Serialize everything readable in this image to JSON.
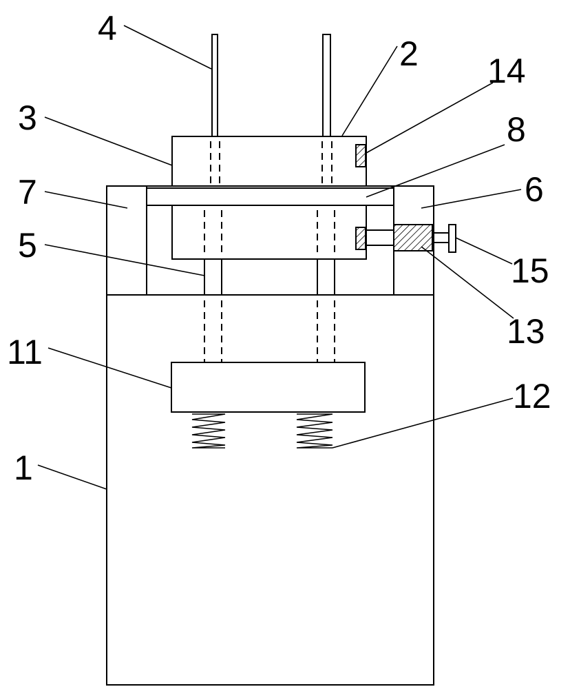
{
  "labels": {
    "l1": "1",
    "l2": "2",
    "l3": "3",
    "l4": "4",
    "l5": "5",
    "l6": "6",
    "l7": "7",
    "l8": "8",
    "l11": "11",
    "l12": "12",
    "l13": "13",
    "l14": "14",
    "l15": "15"
  }
}
